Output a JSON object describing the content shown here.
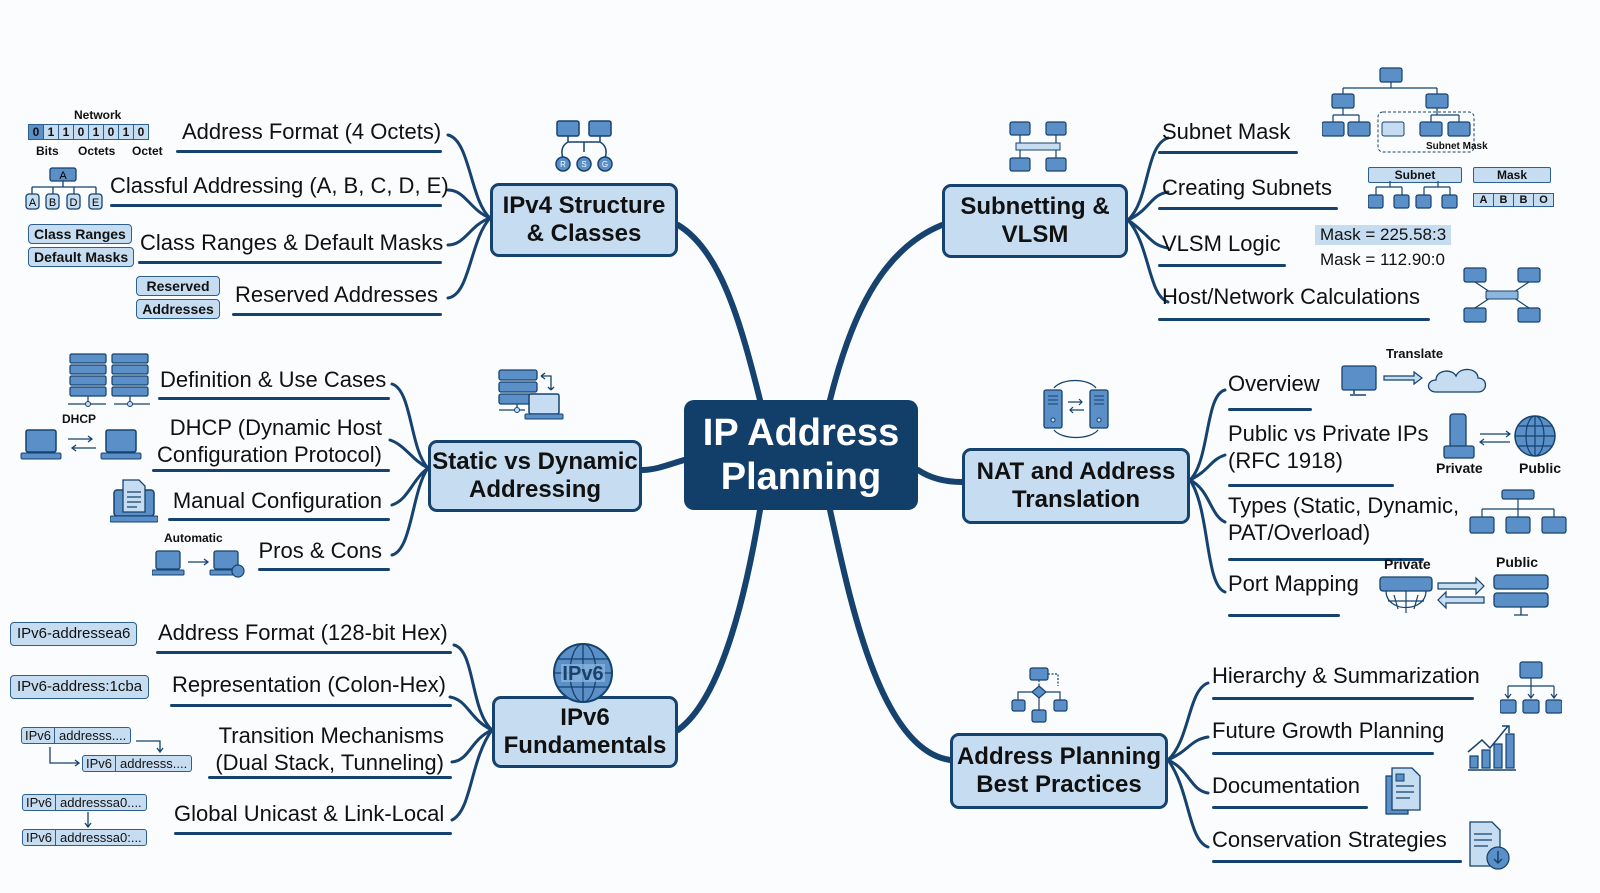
{
  "central": {
    "title_line1": "IP Address",
    "title_line2": "Planning"
  },
  "colors": {
    "primary_dark": "#123e6a",
    "branch_fill": "#c6dcf0",
    "line": "#15426e",
    "icon_fill": "#5b8fc7"
  },
  "branches": {
    "ipv4": {
      "title_line1": "IPv4 Structure",
      "title_line2": "& Classes",
      "icon": "network-computers-icon",
      "icon_labels": [
        "R",
        "S",
        "G"
      ],
      "leaves": [
        {
          "label": "Address Format (4 Octets)"
        },
        {
          "label": "Classful Addressing (A, B, C, D, E)"
        },
        {
          "label": "Class Ranges & Default Masks"
        },
        {
          "label": "Reserved Addresses"
        }
      ],
      "illustrations": {
        "bits_header": "Network",
        "bits": [
          "0",
          "1",
          "1",
          "0",
          "1",
          "0",
          "1",
          "0"
        ],
        "bits_footer": [
          "Bits",
          "Octets",
          "Octet"
        ],
        "class_root": "A",
        "class_children": [
          "A",
          "B",
          "D",
          "E"
        ],
        "range_tags": [
          "Class Ranges",
          "Default Masks"
        ],
        "reserved_tags": [
          "Reserved",
          "Addresses"
        ]
      }
    },
    "static_dynamic": {
      "title_line1": "Static vs Dynamic",
      "title_line2": "Addressing",
      "icon": "server-laptop-icon",
      "leaves": [
        {
          "label": "Definition & Use Cases"
        },
        {
          "label_line1": "DHCP (Dynamic Host",
          "label_line2": "Configuration Protocol)"
        },
        {
          "label": "Manual Configuration"
        },
        {
          "label": "Pros & Cons"
        }
      ],
      "illustrations": {
        "dhcp_label": "DHCP",
        "automatic_label": "Automatic"
      }
    },
    "ipv6": {
      "title_line1": "IPv6",
      "title_line2": "Fundamentals",
      "icon": "ipv6-globe-icon",
      "icon_text": "IPv6",
      "leaves": [
        {
          "label": "Address Format (128-bit Hex)"
        },
        {
          "label": "Representation (Colon-Hex)"
        },
        {
          "label_line1": "Transition Mechanisms",
          "label_line2": "(Dual Stack, Tunneling)"
        },
        {
          "label": "Global Unicast & Link-Local"
        }
      ],
      "illustrations": {
        "format_tag": "IPv6-addressea6",
        "repr_tag": "IPv6-address:1cba",
        "transition_prefix": "IPv6",
        "transition_value": "addresss....",
        "unicast_prefix": "IPv6",
        "unicast_value_1": "addresssa0....",
        "unicast_value_2": "addresssa0:..."
      }
    },
    "subnetting": {
      "title_line1": "Subnetting &",
      "title_line2": "VLSM",
      "icon": "subnet-network-icon",
      "leaves": [
        {
          "label": "Subnet Mask"
        },
        {
          "label": "Creating Subnets"
        },
        {
          "label": "VLSM Logic"
        },
        {
          "label": "Host/Network Calculations"
        }
      ],
      "illustrations": {
        "subnet_mask_caption": "Subnet Mask",
        "subnet_label": "Subnet",
        "mask_label": "Mask",
        "mask_cells": [
          "A",
          "B",
          "B",
          "O"
        ],
        "vlsm_line1": "Mask = 225.58:3",
        "vlsm_line2": "Mask = 112.90:0"
      }
    },
    "nat": {
      "title_line1": "NAT and Address",
      "title_line2": "Translation",
      "icon": "server-swap-icon",
      "leaves": [
        {
          "label": "Overview"
        },
        {
          "label_line1": "Public vs Private IPs",
          "label_line2": "(RFC 1918)"
        },
        {
          "label_line1": "Types (Static, Dynamic,",
          "label_line2": "PAT/Overload)"
        },
        {
          "label": "Port Mapping"
        }
      ],
      "illustrations": {
        "translate_label": "Translate",
        "private_label": "Private",
        "public_label": "Public",
        "port_private_label": "Private",
        "port_public_label": "Public"
      }
    },
    "best_practices": {
      "title_line1": "Address Planning",
      "title_line2": "Best Practices",
      "icon": "flowchart-icon",
      "leaves": [
        {
          "label": "Hierarchy & Summarization"
        },
        {
          "label": "Future Growth Planning"
        },
        {
          "label": "Documentation"
        },
        {
          "label": "Conservation Strategies"
        }
      ]
    }
  }
}
